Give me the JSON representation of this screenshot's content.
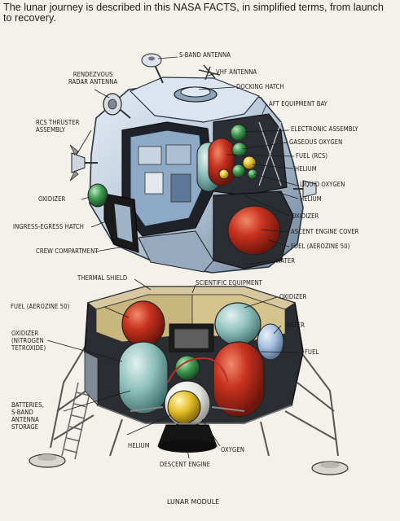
{
  "intro_text": "The lunar journey is described in this NASA FACTS, in simplified terms, from launch to recovery.",
  "caption": "LUNAR MODULE",
  "ascent_labels": {
    "s_band_antenna": "S-BAND ANTENNA",
    "vhf_antenna": "VHF ANTENNA",
    "rendezvous_radar_line1": "RENDEZVOUS",
    "rendezvous_radar_line2": "RADAR ANTENNA",
    "docking_hatch": "DOCKING HATCH",
    "aft_equipment_bay": "AFT EQUIPMENT BAY",
    "rcs_thruster_line1": "RCS THRUSTER",
    "rcs_thruster_line2": "ASSEMBLY",
    "electronic_assembly": "ELECTRONIC ASSEMBLY",
    "gaseous_oxygen": "GASEOUS OXYGEN",
    "fuel_rcs": "FUEL (RCS)",
    "helium_1": "HELIUM",
    "liquid_oxygen": "LIQUID OXYGEN",
    "helium_2": "HELIUM",
    "oxidizer_left": "OXIDIZER",
    "oxidizer_right": "OXIDIZER",
    "ingress_egress_hatch": "INGRESS-EGRESS HATCH",
    "ascent_engine_cover": "ASCENT ENGINE COVER",
    "crew_compartment": "CREW COMPARTMENT",
    "fuel_aerozine": "FUEL (AEROZINE 50)",
    "water": "WATER"
  },
  "descent_labels": {
    "thermal_shield": "THERMAL SHIELD",
    "scientific_equipment": "SCIENTIFIC EQUIPMENT",
    "fuel_aerozine": "FUEL (AEROZINE 50)",
    "oxidizer_top": "OXIDIZER",
    "oxidizer_nto_line1": "OXIDIZER",
    "oxidizer_nto_line2": "(NITROGEN",
    "oxidizer_nto_line3": "TETROXIDE)",
    "water": "WATER",
    "fuel": "FUEL",
    "batteries_line1": "BATTERIES,",
    "batteries_line2": "S-BAND",
    "batteries_line3": "ANTENNA",
    "batteries_line4": "STORAGE",
    "helium": "HELIUM",
    "oxygen": "OXYGEN",
    "descent_engine": "DESCENT ENGINE"
  },
  "colors": {
    "paper": "#f4f1ea",
    "hull": "#c9d6e3",
    "hull_shadow": "#6d8199",
    "tank_red": "#c8321f",
    "tank_teal": "#8fc1bd",
    "tank_green": "#3f9a52",
    "tank_yellow": "#e6c12a",
    "blanket": "#d9c79a",
    "dark": "#1b1b1b"
  }
}
